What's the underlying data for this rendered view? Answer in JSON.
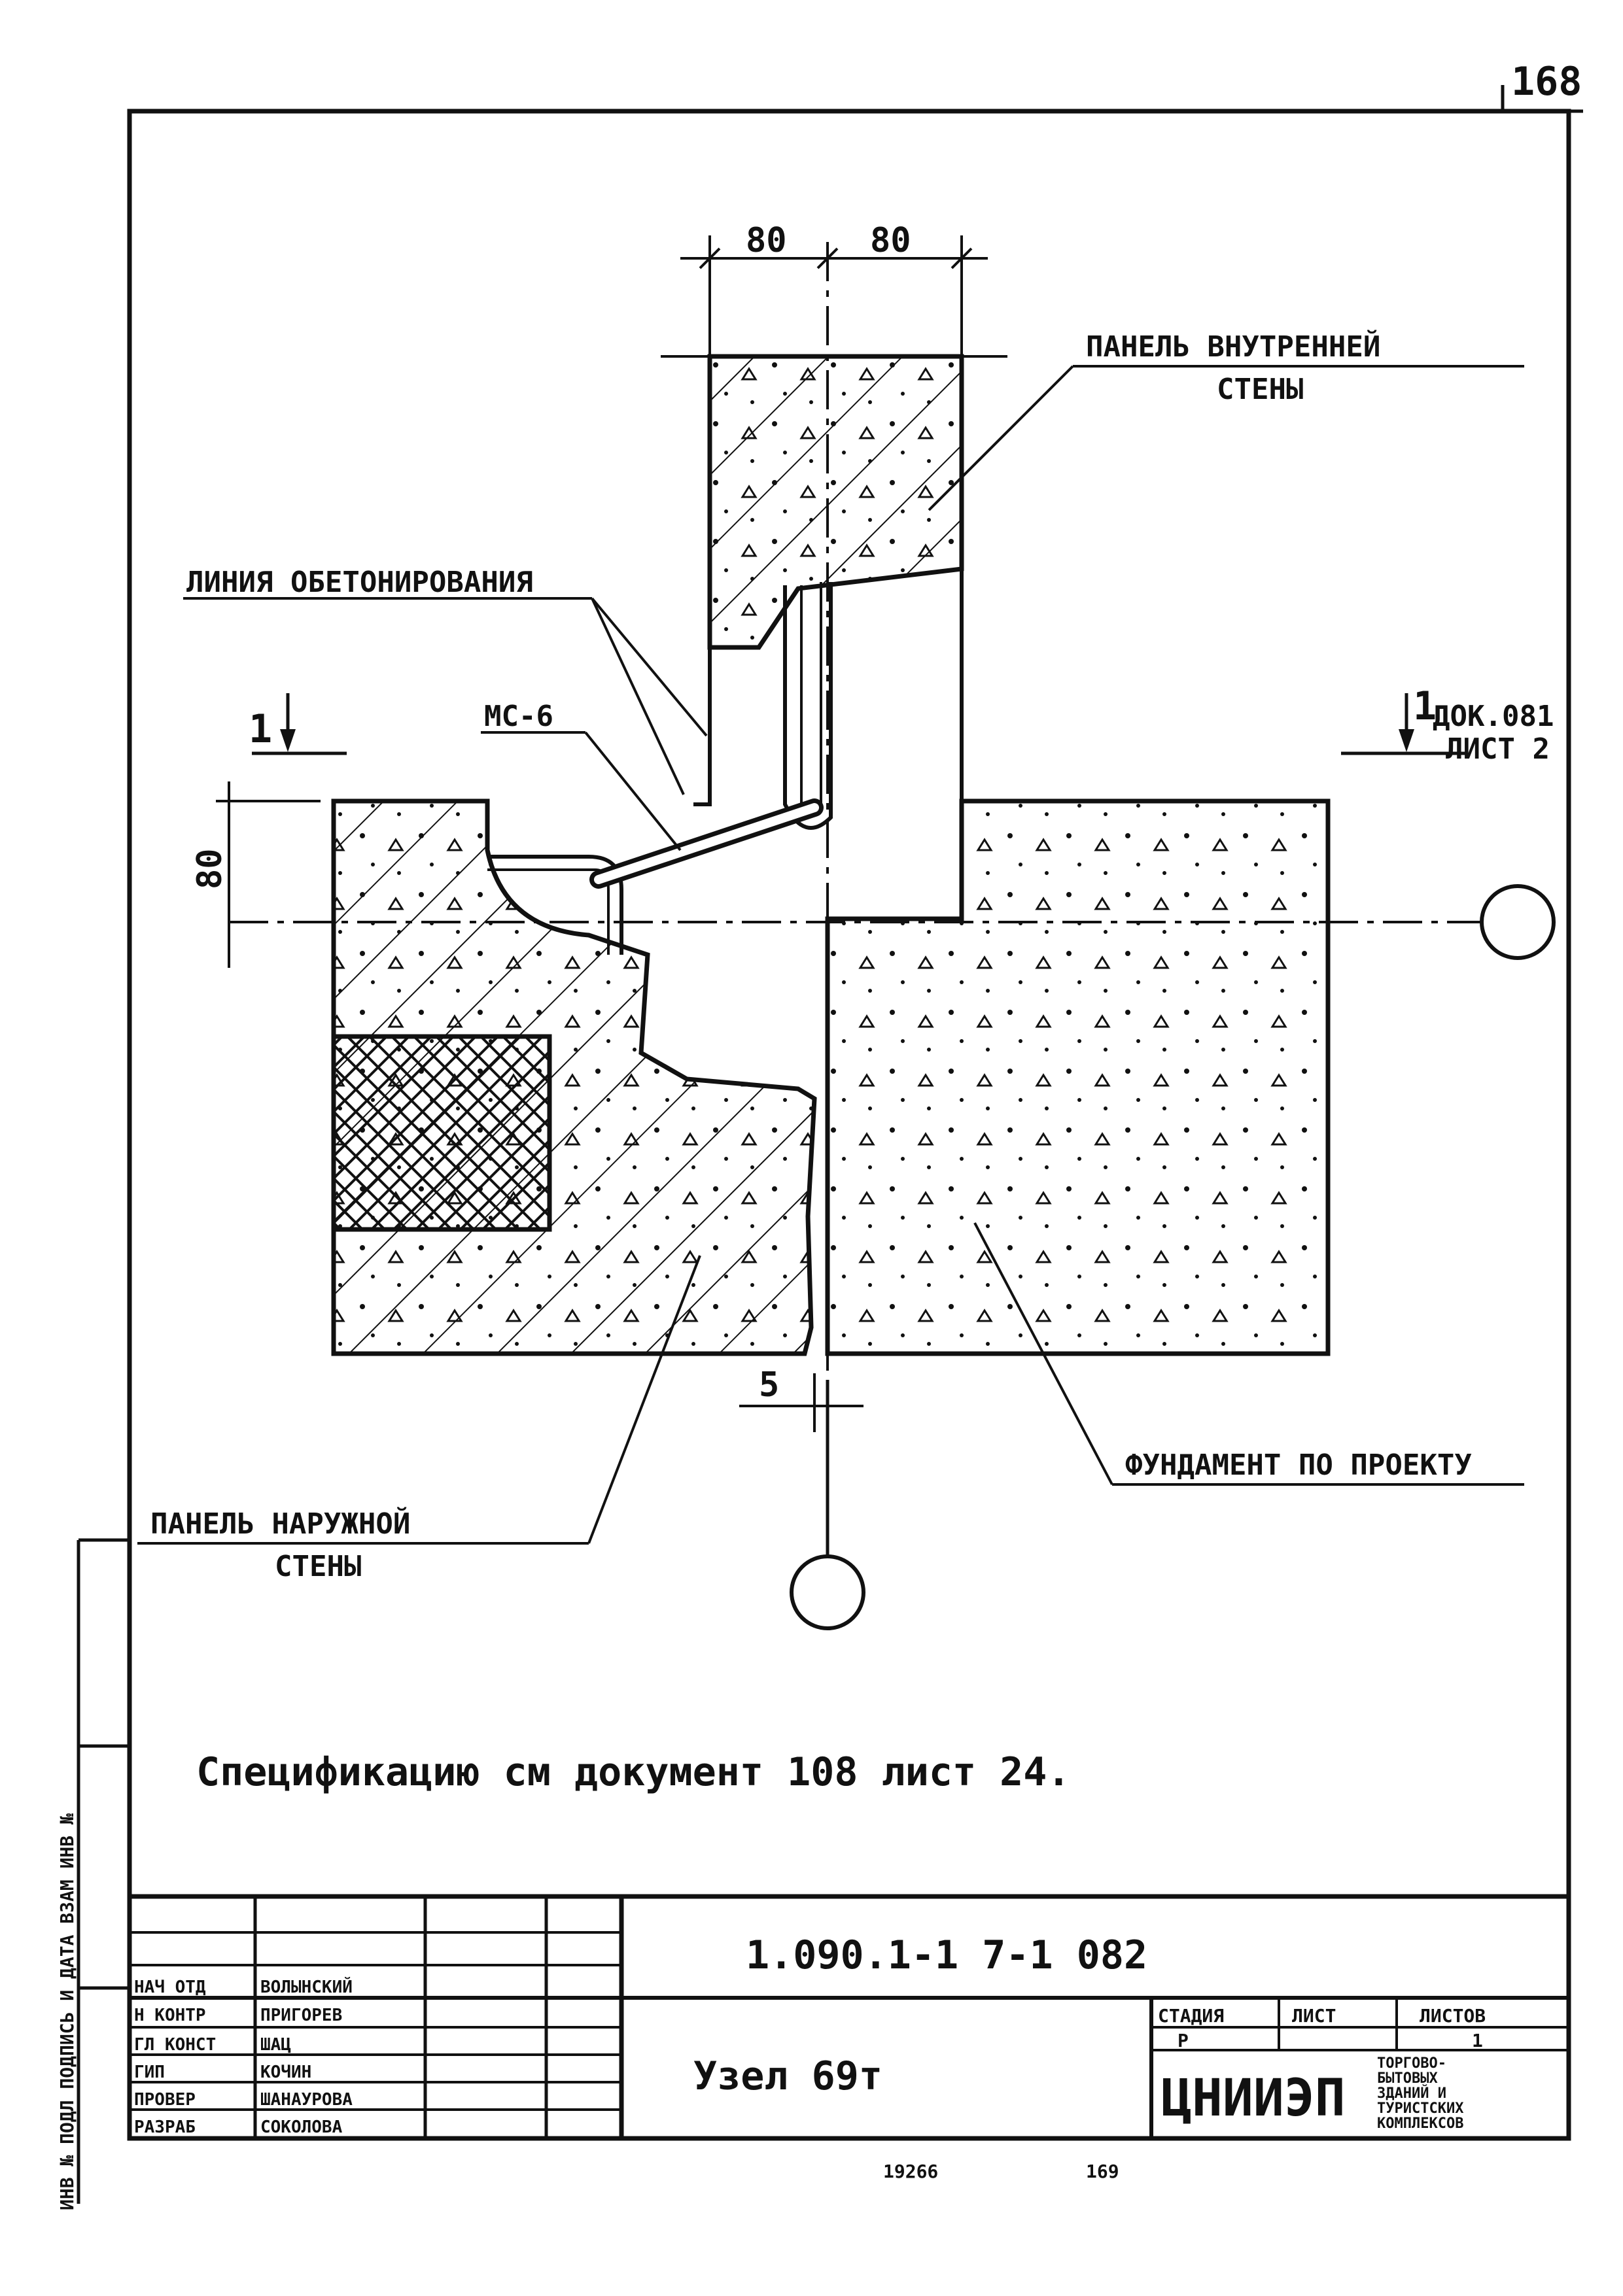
{
  "page_number": "168",
  "dimensions": {
    "top_left": "80",
    "top_right": "80",
    "left_height": "80",
    "gap": "5"
  },
  "section_mark": {
    "left": "1",
    "right": "1",
    "ref_line1": "ДОК.081",
    "ref_line2": "ЛИСТ 2"
  },
  "labels": {
    "inner_panel_line1": "ПАНЕЛЬ ВНУТРЕННЕЙ",
    "inner_panel_line2": "СТЕНЫ",
    "concrete_line": "ЛИНИЯ ОБЕТОНИРОВАНИЯ",
    "tie": "МС-6",
    "outer_panel_line1": "ПАНЕЛЬ НАРУЖНОЙ",
    "outer_panel_line2": "СТЕНЫ",
    "foundation": "ФУНДАМЕНТ ПО ПРОЕКТУ"
  },
  "note": "Спецификацию см документ 108 лист 24.",
  "side_stamp": "ИНВ № ПОДЛ   ПОДПИСЬ И ДАТА   ВЗАМ ИНВ №",
  "title_block": {
    "doc_number": "1.090.1-1 7-1 082",
    "title": "Узел 69т",
    "rows": [
      {
        "role": "НАЧ ОТД",
        "name": "ВОЛЫНСКИЙ"
      },
      {
        "role": "Н КОНТР",
        "name": "ПРИГОРЕВ"
      },
      {
        "role": "ГЛ КОНСТ",
        "name": "ШАЦ"
      },
      {
        "role": "ГИП",
        "name": "КОЧИН"
      },
      {
        "role": "ПРОВЕР",
        "name": "ШАНАУРОВА"
      },
      {
        "role": "РАЗРАБ",
        "name": "СОКОЛОВА"
      }
    ],
    "stage_header": "СТАДИЯ",
    "sheet_header": "ЛИСТ",
    "sheets_header": "ЛИСТОВ",
    "stage": "Р",
    "sheets": "1",
    "org": "ЦНИИЭП",
    "org_desc": [
      "ТОРГОВО-",
      "БЫТОВЫХ",
      "ЗДАНИЙ И",
      "ТУРИСТСКИХ",
      "КОМПЛЕКСОВ"
    ]
  },
  "footer": {
    "left": "19266",
    "right": "169"
  }
}
